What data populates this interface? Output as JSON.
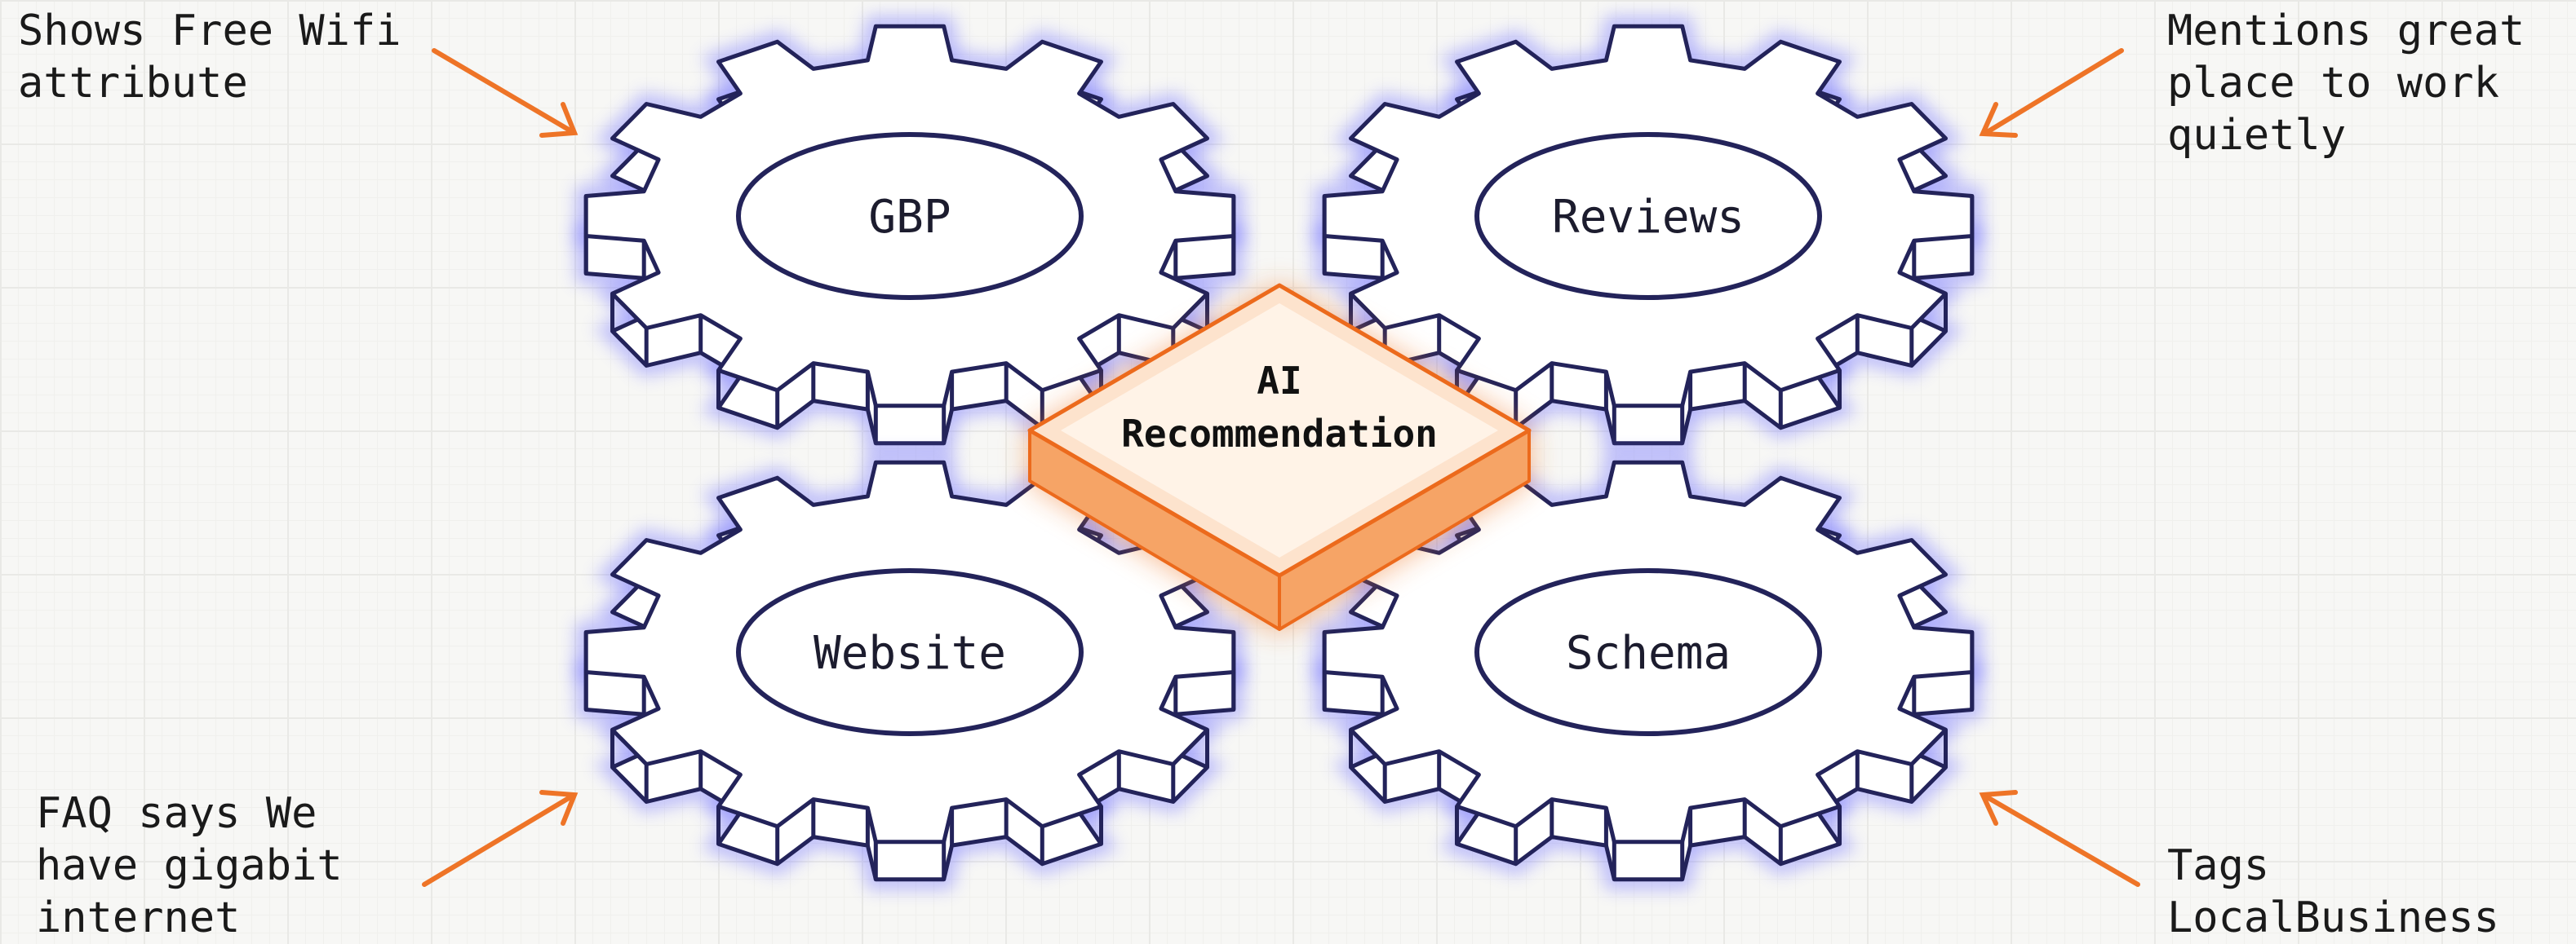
{
  "center": {
    "line1": "AI",
    "line2": "Recommendation"
  },
  "gears": {
    "gbp": {
      "label": "GBP"
    },
    "reviews": {
      "label": "Reviews"
    },
    "website": {
      "label": "Website"
    },
    "schema": {
      "label": "Schema"
    }
  },
  "annotations": {
    "top_left": {
      "lines": [
        "Shows Free Wifi",
        "attribute"
      ]
    },
    "top_right": {
      "lines": [
        "Mentions great",
        "place to work",
        "quietly"
      ]
    },
    "bottom_left": {
      "lines": [
        "FAQ says We",
        "have gigabit",
        "internet"
      ]
    },
    "bottom_right": {
      "lines": [
        "Tags",
        "LocalBusiness"
      ]
    }
  },
  "colors": {
    "gear_stroke": "#23235a",
    "gear_fill": "#ffffff",
    "gear_glow": "#7b7bff",
    "accent": "#f07a2a"
  }
}
